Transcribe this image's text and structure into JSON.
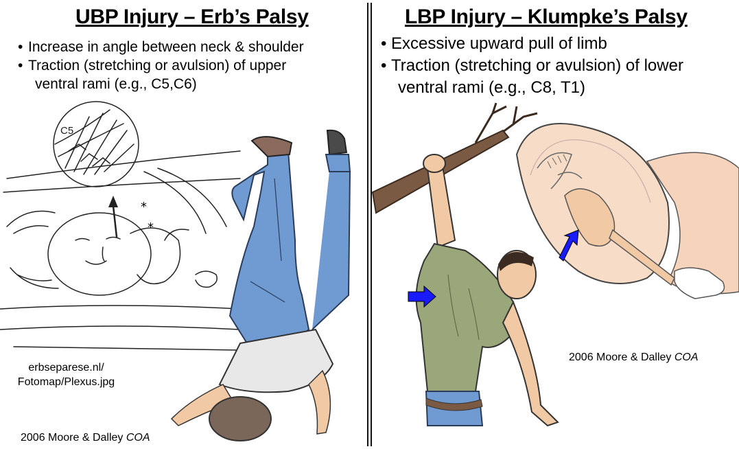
{
  "left": {
    "title": "UBP Injury – Erb’s Palsy",
    "bullets": [
      {
        "line1": "Increase in angle between neck & shoulder",
        "line2": ""
      },
      {
        "line1": "Traction (stretching or avulsion) of upper",
        "line2": "ventral rami (e.g., C5,C6)"
      }
    ],
    "figure_label": "C5",
    "source_line1": "erbseparese.nl/",
    "source_line2": "Fotomap/Plexus.jpg",
    "credit_text": "2006 Moore & Dalley ",
    "credit_italic": "COA"
  },
  "right": {
    "title": "LBP Injury – Klumpke’s Palsy",
    "bullets": [
      {
        "line1": "Excessive upward pull of limb",
        "line2": ""
      },
      {
        "line1": "Traction (stretching or avulsion) of lower",
        "line2": "ventral rami (e.g., C8, T1)"
      }
    ],
    "credit_text": "2006 Moore & Dalley ",
    "credit_italic": "COA"
  },
  "colors": {
    "arrow": "#1a1aff",
    "jeans": "#6f9ad2",
    "shirt": "#9aa77a",
    "skin": "#f1c9a4",
    "branch": "#7a5a43"
  }
}
